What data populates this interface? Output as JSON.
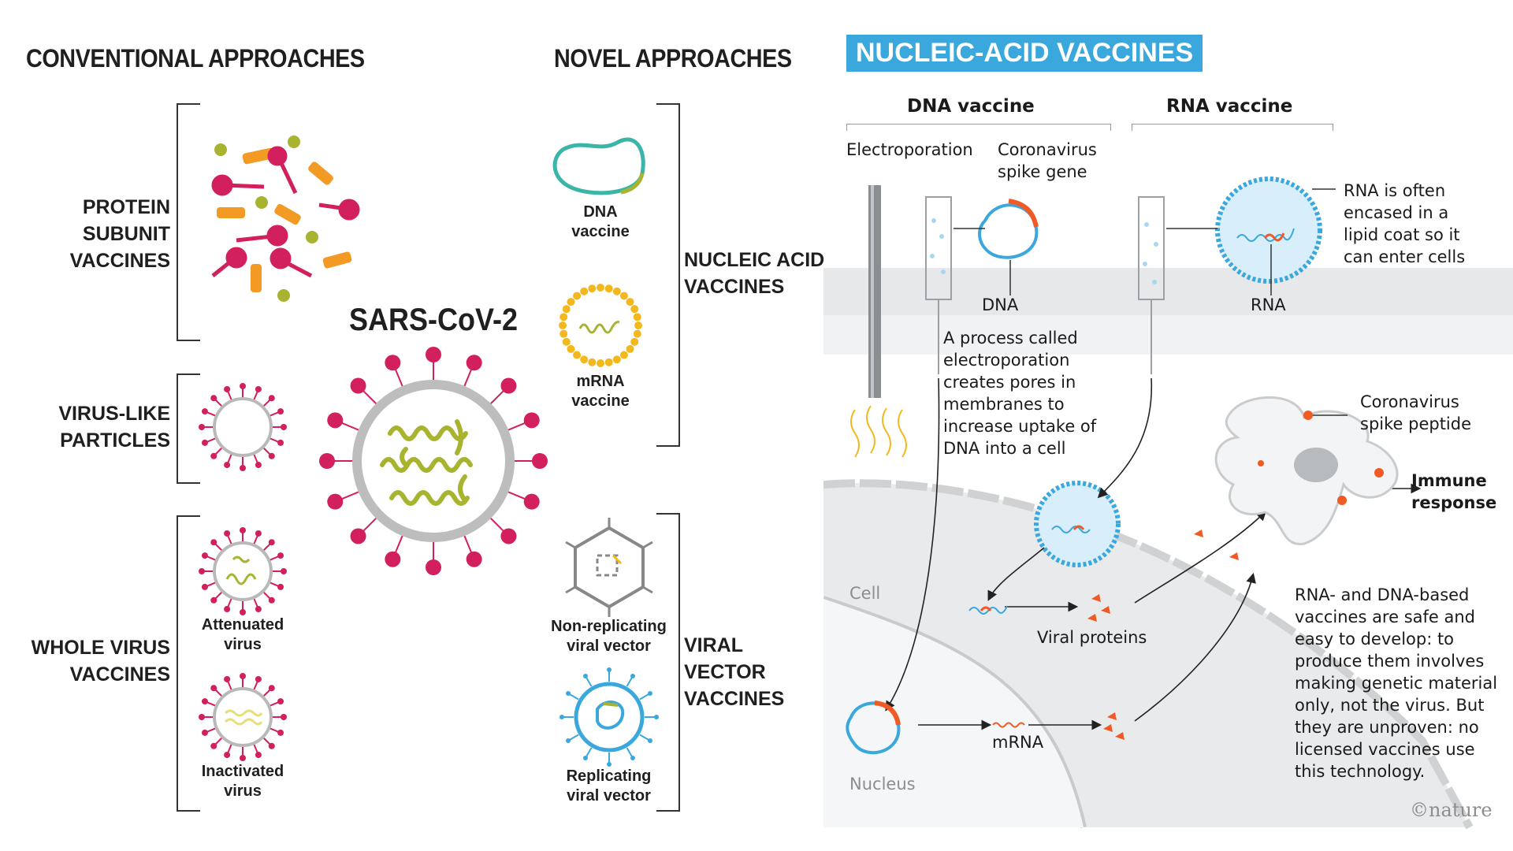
{
  "left": {
    "conventional_header": "CONVENTIONAL APPROACHES",
    "novel_header": "NOVEL APPROACHES",
    "protein_subunit": "PROTEIN SUBUNIT\nVACCINES",
    "virus_like": "VIRUS-LIKE\nPARTICLES",
    "whole_virus": "WHOLE VIRUS\nVACCINES",
    "attenuated": "Attenuated\nvirus",
    "inactivated": "Inactivated\nvirus",
    "sars": "SARS-CoV-2",
    "dna_vaccine": "DNA\nvaccine",
    "mrna_vaccine": "mRNA\nvaccine",
    "nucleic_acid": "NUCLEIC ACID\nVACCINES",
    "non_replicating": "Non-replicating\nviral vector",
    "replicating": "Replicating\nviral vector",
    "viral_vector": "VIRAL VECTOR\nVACCINES"
  },
  "right": {
    "title": "NUCLEIC-ACID VACCINES",
    "dna_vaccine": "DNA vaccine",
    "rna_vaccine": "RNA vaccine",
    "electroporation": "Electroporation",
    "spike_gene": "Coronavirus\nspike gene",
    "rna_lipid": "RNA is often\nencased in a\nlipid coat so it\ncan enter cells",
    "dna_label": "DNA",
    "rna_label": "RNA",
    "process": "A process called\nelectroporation\ncreates pores in\nmembranes to\nincrease uptake of\nDNA into a cell",
    "spike_peptide": "Coronavirus\nspike peptide",
    "immune": "Immune\nresponse",
    "cell": "Cell",
    "viral_proteins": "Viral proteins",
    "mrna": "mRNA",
    "nucleus": "Nucleus",
    "summary": "RNA- and DNA-based\nvaccines are safe and\neasy to develop: to\nproduce them involves\nmaking genetic material\nonly, not the virus. But\nthey are unproven: no\nlicensed vaccines use\nthis technology.",
    "credit": "©nature"
  },
  "colors": {
    "spike_magenta": "#d21f5e",
    "protein_orange": "#f39a24",
    "olive": "#a8b330",
    "teal": "#3ab5a8",
    "yellow": "#f2b81d",
    "blue": "#3aa7dd",
    "orange_red": "#f05a24",
    "grey_membrane": "#b9b9b9"
  }
}
